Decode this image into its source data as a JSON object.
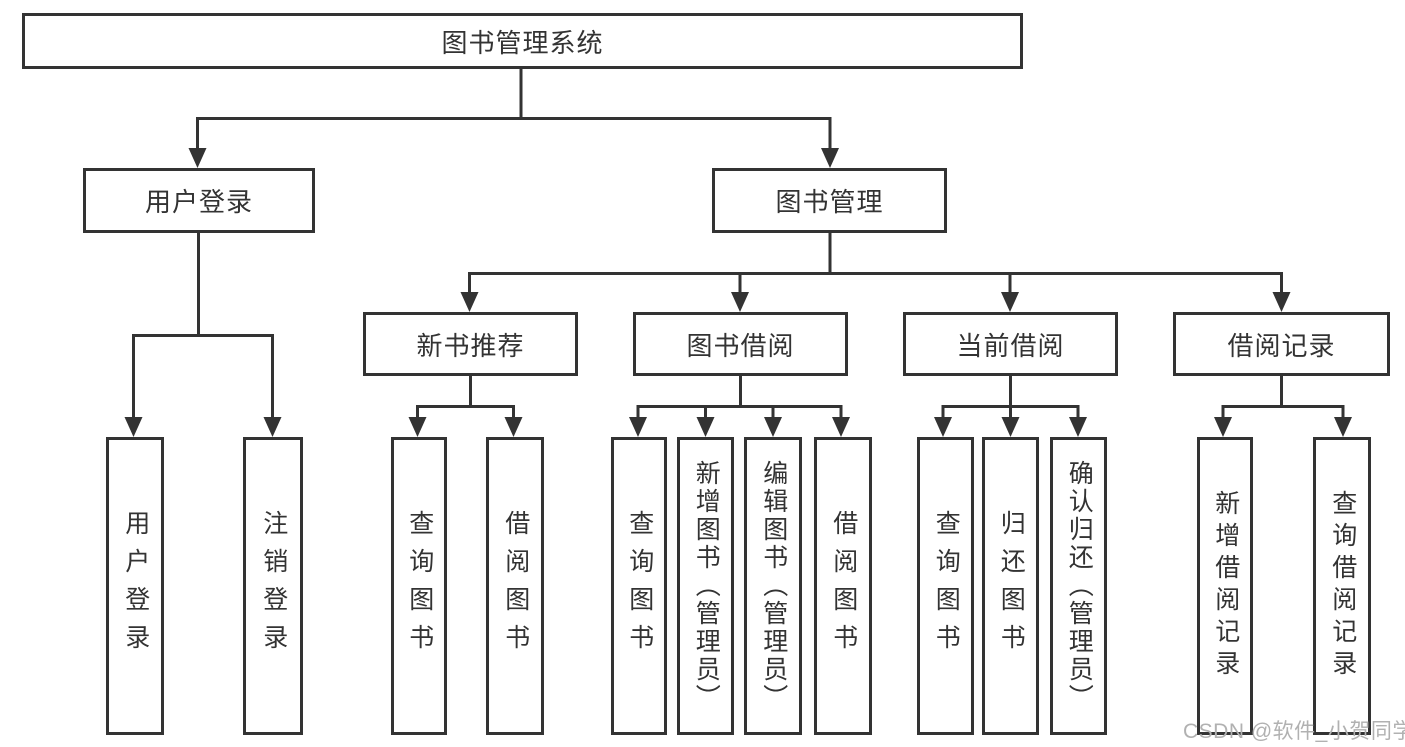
{
  "diagram": {
    "root": {
      "label": "图书管理系统"
    },
    "level1": [
      {
        "label": "用户登录"
      },
      {
        "label": "图书管理"
      }
    ],
    "level2": [
      {
        "label": "新书推荐"
      },
      {
        "label": "图书借阅"
      },
      {
        "label": "当前借阅"
      },
      {
        "label": "借阅记录"
      }
    ],
    "leaves": [
      {
        "label": "用户登录"
      },
      {
        "label": "注销登录"
      },
      {
        "label": "查询图书"
      },
      {
        "label": "借阅图书"
      },
      {
        "label": "查询图书"
      },
      {
        "label": "新增图书（管理员）"
      },
      {
        "label": "编辑图书（管理员）"
      },
      {
        "label": "借阅图书"
      },
      {
        "label": "查询图书"
      },
      {
        "label": "归还图书"
      },
      {
        "label": "确认归还（管理员）"
      },
      {
        "label": "新增借阅记录"
      },
      {
        "label": "查询借阅记录"
      }
    ],
    "line_color": "#333333"
  },
  "watermark": {
    "text": "CSDN @软件_小贺同学",
    "color": "#b1b1b1"
  }
}
